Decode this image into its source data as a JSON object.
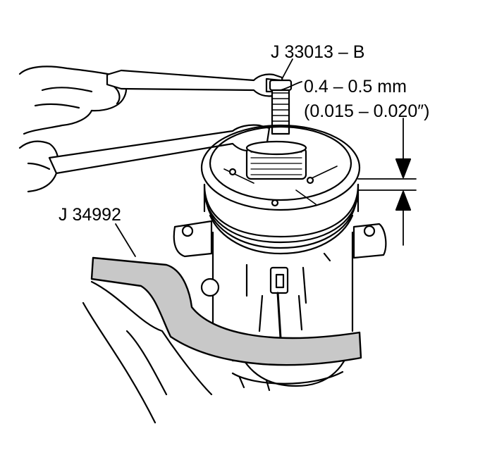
{
  "labels": {
    "tool_wrench": "J 33013 – B",
    "gap_mm": "0.4 – 0.5 mm",
    "gap_in": "(0.015 – 0.020″)",
    "tool_holder": "J 34992"
  },
  "colors": {
    "ink": "#000000",
    "holder_fill": "#c8c8c8",
    "background": "#ffffff"
  }
}
